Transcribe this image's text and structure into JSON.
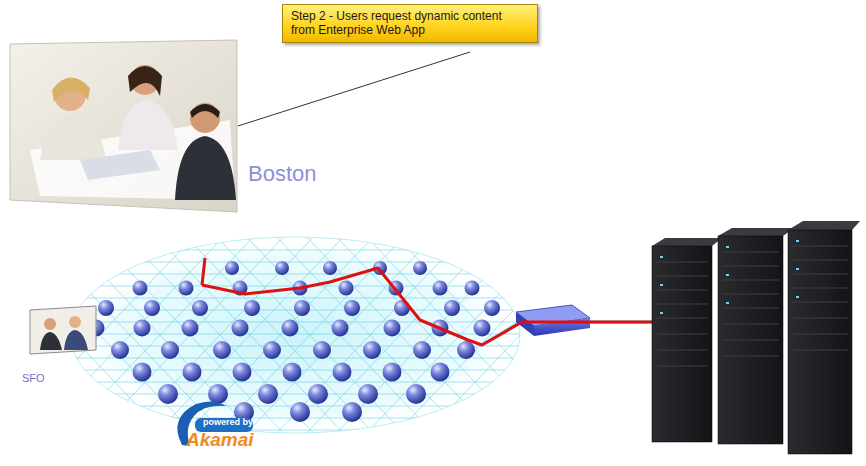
{
  "diagram": {
    "nodes": [
      {
        "text": [
          "Step 2 - Users request dynamic content from Enterprise Web App"
        ]
      }
    ],
    "labels": [
      "Boston",
      "SFO",
      "powered by",
      "Akamai"
    ]
  }
}
